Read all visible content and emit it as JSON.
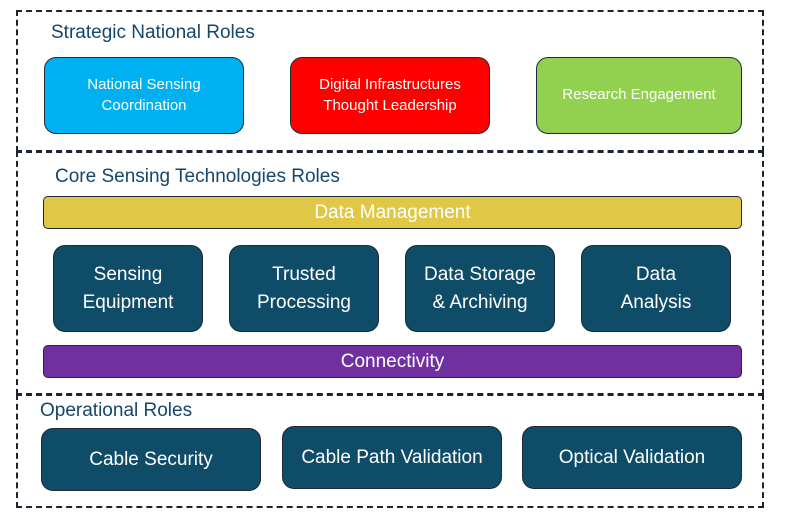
{
  "strategic": {
    "title": "Strategic National Roles",
    "boxes": [
      {
        "label": "National Sensing\nCoordination",
        "color": "#00b0f0"
      },
      {
        "label": "Digital Infrastructures\nThought Leadership",
        "color": "#ff0000"
      },
      {
        "label": "Research Engagement",
        "color": "#92d050"
      }
    ]
  },
  "core": {
    "title": "Core Sensing Technologies Roles",
    "data_management": {
      "label": "Data Management",
      "color": "#e0c846"
    },
    "boxes": [
      {
        "label": "Sensing\nEquipment"
      },
      {
        "label": "Trusted\nProcessing"
      },
      {
        "label": "Data Storage\n& Archiving"
      },
      {
        "label": "Data\nAnalysis"
      }
    ],
    "box_color": "#0f4c67",
    "connectivity": {
      "label": "Connectivity",
      "color": "#7030a0"
    }
  },
  "operational": {
    "title": "Operational Roles",
    "boxes": [
      {
        "label": "Cable Security"
      },
      {
        "label": "Cable Path Validation"
      },
      {
        "label": "Optical Validation"
      }
    ]
  }
}
